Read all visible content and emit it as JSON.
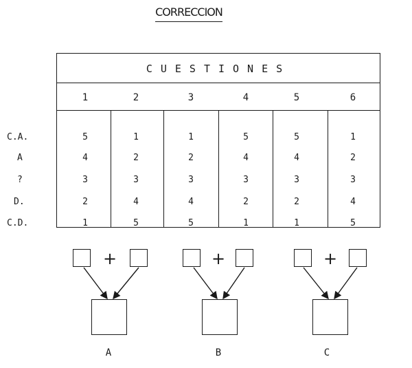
{
  "title": "CORRECCION",
  "table": {
    "header": "CUESTIONES",
    "questions": [
      "1",
      "2",
      "3",
      "4",
      "5",
      "6"
    ],
    "rows": [
      {
        "label": "C.A.",
        "values": [
          "5",
          "1",
          "1",
          "5",
          "5",
          "1"
        ]
      },
      {
        "label": "A",
        "values": [
          "4",
          "2",
          "2",
          "4",
          "4",
          "2"
        ]
      },
      {
        "label": "?",
        "values": [
          "3",
          "3",
          "3",
          "3",
          "3",
          "3"
        ]
      },
      {
        "label": "D.",
        "values": [
          "2",
          "4",
          "4",
          "2",
          "2",
          "4"
        ]
      },
      {
        "label": "C.D.",
        "values": [
          "1",
          "5",
          "5",
          "1",
          "1",
          "5"
        ]
      }
    ]
  },
  "groups": [
    {
      "plus": "+",
      "label": "A"
    },
    {
      "plus": "+",
      "label": "B"
    },
    {
      "plus": "+",
      "label": "C"
    }
  ]
}
